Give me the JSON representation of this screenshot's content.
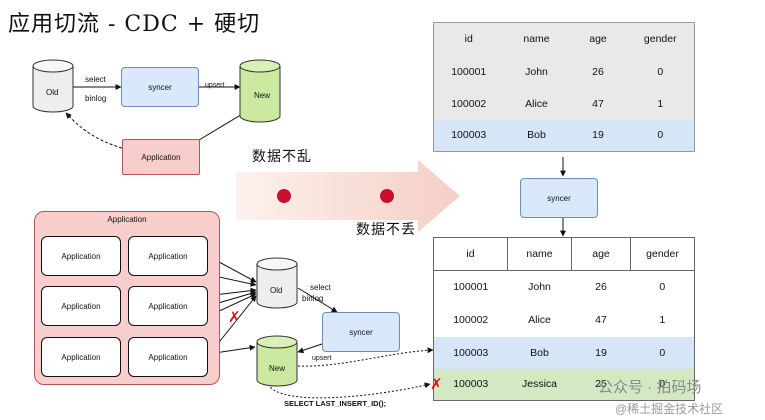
{
  "title": "应用切流 - CDC + 硬切",
  "top_diagram": {
    "old_db": "Old",
    "new_db": "New",
    "syncer": "syncer",
    "application": "Application",
    "edge_select": "select",
    "edge_binlog": "binlog",
    "edge_upsert": "upsert"
  },
  "big_arrow": {
    "label_top": "数据不乱",
    "label_bottom": "数据不丢"
  },
  "app_group": {
    "title": "Application",
    "apps": [
      "Application",
      "Application",
      "Application",
      "Application",
      "Application",
      "Application"
    ]
  },
  "bottom_diagram": {
    "old_db": "Old",
    "new_db": "New",
    "syncer": "syncer",
    "edge_select": "select",
    "edge_binlog": "binlog",
    "edge_upsert": "upsert",
    "query": "SELECT LAST_INSERT_ID();"
  },
  "middle_syncer": "syncer",
  "table_top": {
    "headers": [
      "id",
      "name",
      "age",
      "gender"
    ],
    "rows": [
      [
        "100001",
        "John",
        "26",
        "0"
      ],
      [
        "100002",
        "Alice",
        "47",
        "1"
      ],
      [
        "100003",
        "Bob",
        "19",
        "0"
      ]
    ]
  },
  "table_bottom": {
    "headers": [
      "id",
      "name",
      "age",
      "gender"
    ],
    "rows": [
      [
        "100001",
        "John",
        "26",
        "0"
      ],
      [
        "100002",
        "Alice",
        "47",
        "1"
      ],
      [
        "100003",
        "Bob",
        "19",
        "0"
      ],
      [
        "100003",
        "Jessica",
        "25",
        "0"
      ]
    ]
  },
  "watermark": {
    "line1": "公众号 · 拍码场",
    "line2": "@稀土掘金技术社区"
  },
  "colors": {
    "syncer_fill": "#dae8fc",
    "new_db_fill": "#cbe9a0",
    "old_db_fill": "#eeeeee",
    "app_fill": "#f8cecc",
    "table_gray": "#e9e9e9",
    "row_blue": "#d6e6f7",
    "row_green": "#d5e8c4",
    "red_x": "#e01010",
    "arrow_fill": "#f6d8d0",
    "dot": "#c8102e"
  }
}
